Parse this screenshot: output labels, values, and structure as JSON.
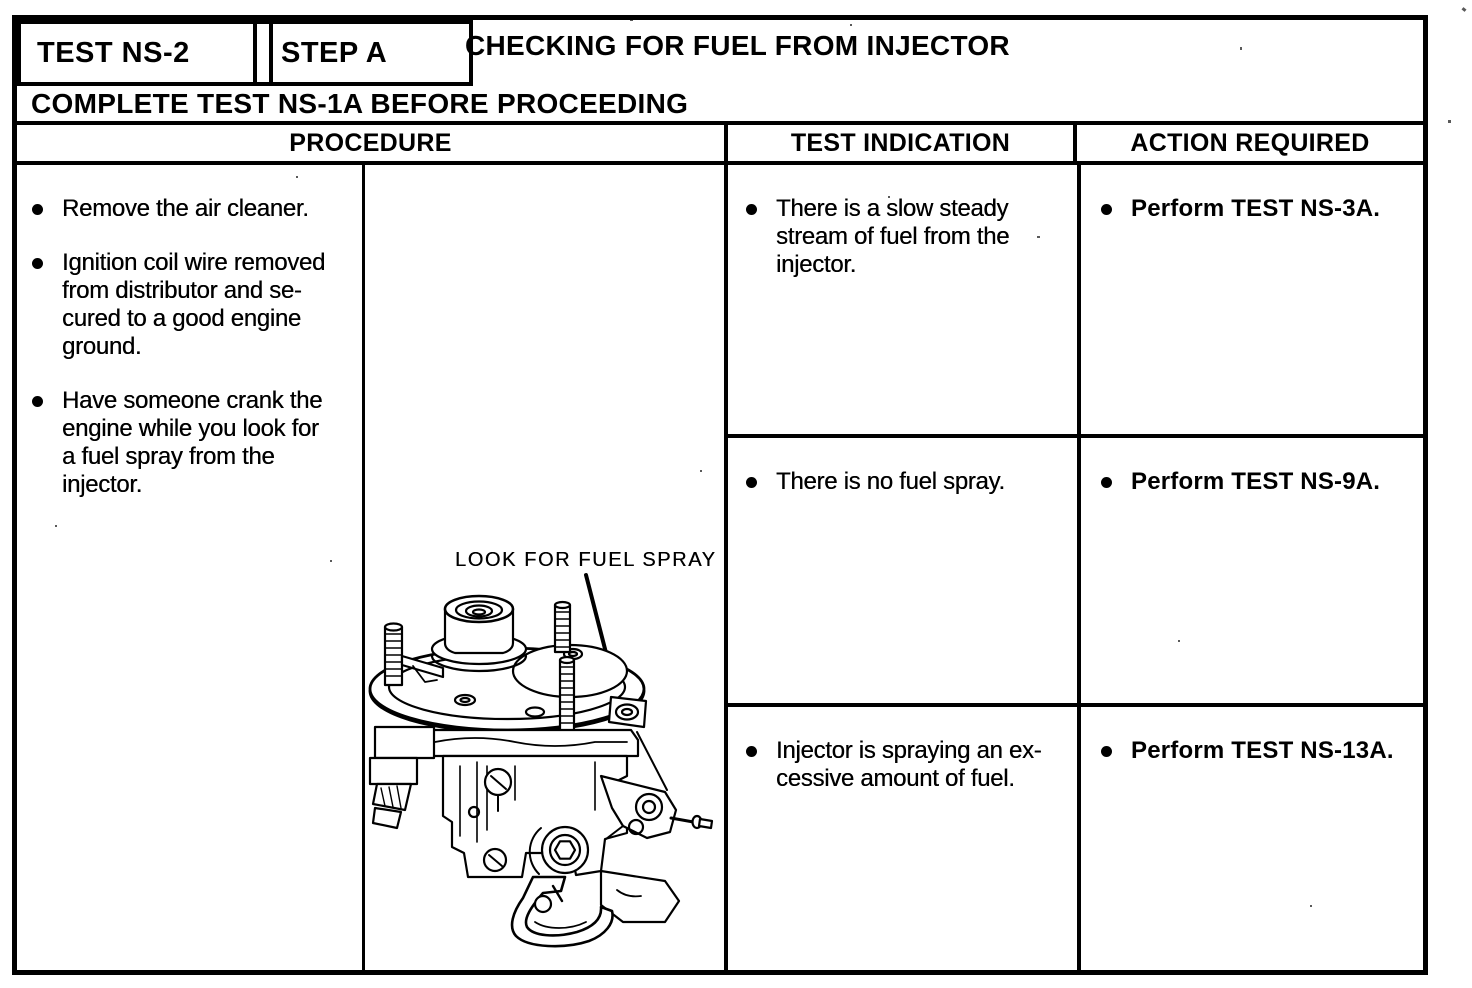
{
  "colors": {
    "ink": "#000000",
    "paper": "#ffffff"
  },
  "header": {
    "test_label": "TEST NS-2",
    "step_label": "STEP A",
    "title": "CHECKING FOR FUEL FROM INJECTOR",
    "notice": "COMPLETE TEST NS-1A BEFORE PROCEEDING"
  },
  "columns": {
    "procedure": "PROCEDURE",
    "test_indication": "TEST INDICATION",
    "action_required": "ACTION REQUIRED"
  },
  "procedure": {
    "steps": [
      {
        "text": "Remove the air cleaner."
      },
      {
        "text": "Ignition coil wire removed\nfrom distributor and se-\ncured to a good engine\nground."
      },
      {
        "text": "Have someone crank the\nengine while you look for\na fuel spray from the\ninjector."
      }
    ]
  },
  "diagram": {
    "label": "LOOK FOR FUEL SPRAY"
  },
  "results": [
    {
      "indication": "There is a slow steady\nstream of fuel from the\ninjector.",
      "action": "Perform TEST NS-3A."
    },
    {
      "indication": "There is no fuel spray.",
      "action": "Perform TEST NS-9A."
    },
    {
      "indication": "Injector is spraying an ex-\ncessive amount of fuel.",
      "action": "Perform TEST NS-13A."
    }
  ]
}
